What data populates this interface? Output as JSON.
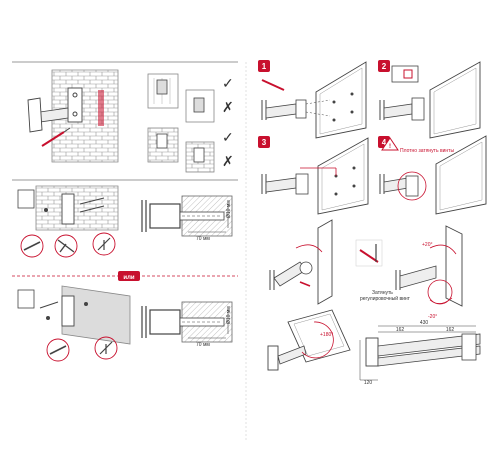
{
  "left_panel": {
    "divider_label": "или",
    "dimensions": {
      "depth_top": "70 мм",
      "diameter_top": "Ø10 мм",
      "depth_bottom": "70 мм",
      "diameter_bottom": "Ø10 мм"
    },
    "check_marks": [
      "✓",
      "✗",
      "✓",
      "✗"
    ]
  },
  "right_panel": {
    "steps": [
      "1",
      "2",
      "3",
      "4"
    ],
    "warning_text": "Плотно затянуть винты",
    "tilt_top": "+20°",
    "tilt_middle": "-20°",
    "tighten_note_line1": "Затянуть",
    "tighten_note_line2": "регулировочный винт",
    "tilt_bottom": "+180°",
    "dims": {
      "total": "430",
      "seg_a": "162",
      "seg_b": "162",
      "height": "120"
    }
  },
  "colors": {
    "accent": "#c8102e",
    "line": "#555555",
    "brick": "#999999"
  }
}
